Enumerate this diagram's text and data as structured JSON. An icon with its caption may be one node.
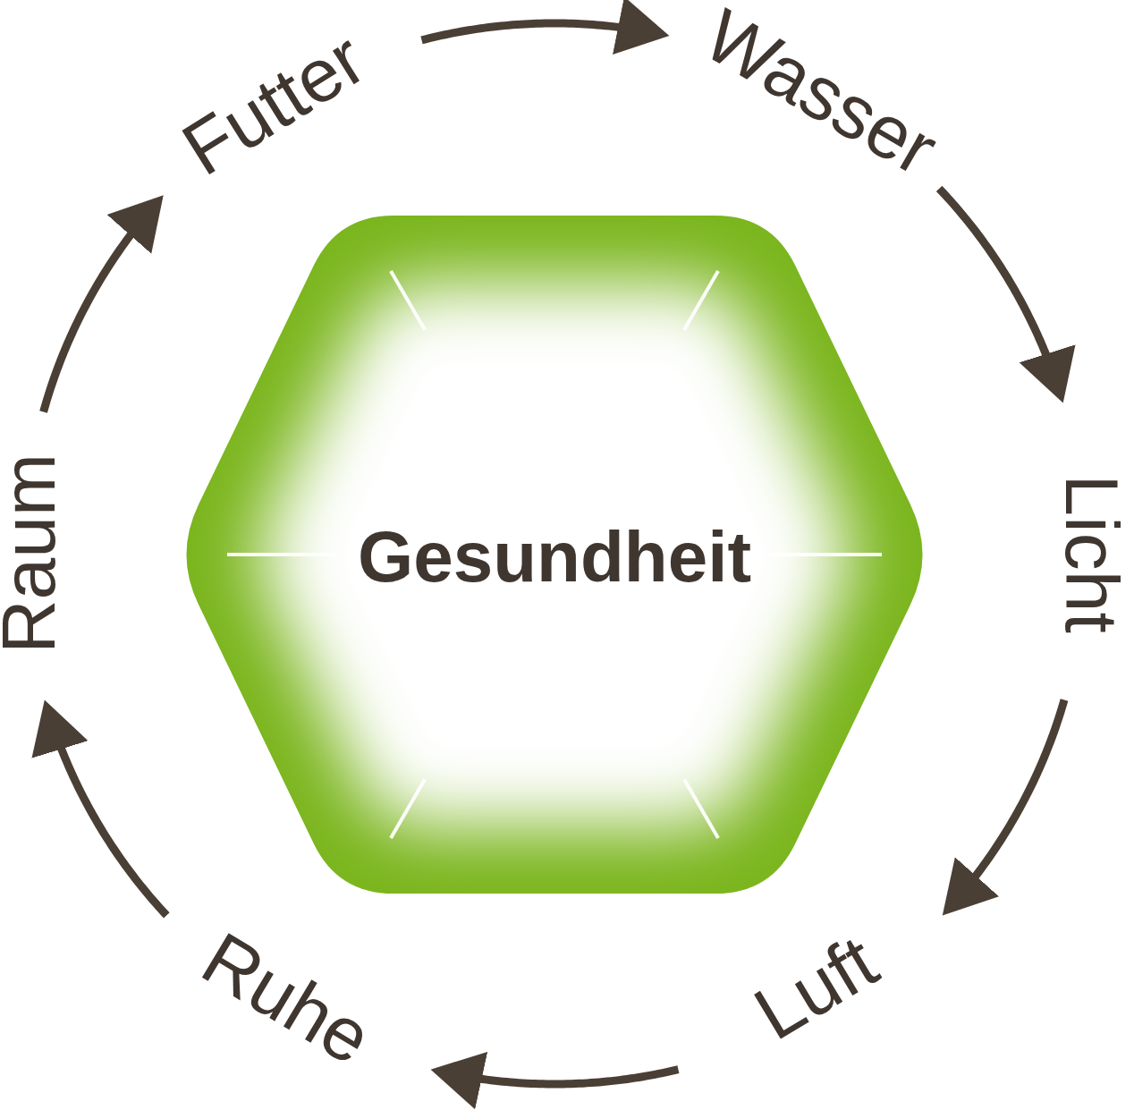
{
  "diagram": {
    "nodes": [
      {
        "text": [
          "Futter"
        ]
      },
      {
        "text": [
          "Wasser"
        ]
      },
      {
        "text": [
          "Licht"
        ]
      },
      {
        "text": [
          "Luft"
        ]
      },
      {
        "text": [
          "Ruhe"
        ]
      },
      {
        "text": [
          "Raum"
        ]
      },
      {
        "text": [
          "Gesundheit"
        ]
      }
    ],
    "edges": [
      {
        "from": 0,
        "to": 1,
        "arrow": "to"
      },
      {
        "from": 1,
        "to": 2,
        "arrow": "to"
      },
      {
        "from": 2,
        "to": 3,
        "arrow": "to"
      },
      {
        "from": 3,
        "to": 4,
        "arrow": "to"
      },
      {
        "from": 4,
        "to": 5,
        "arrow": "to"
      },
      {
        "from": 5,
        "to": 0,
        "arrow": "to"
      }
    ]
  }
}
